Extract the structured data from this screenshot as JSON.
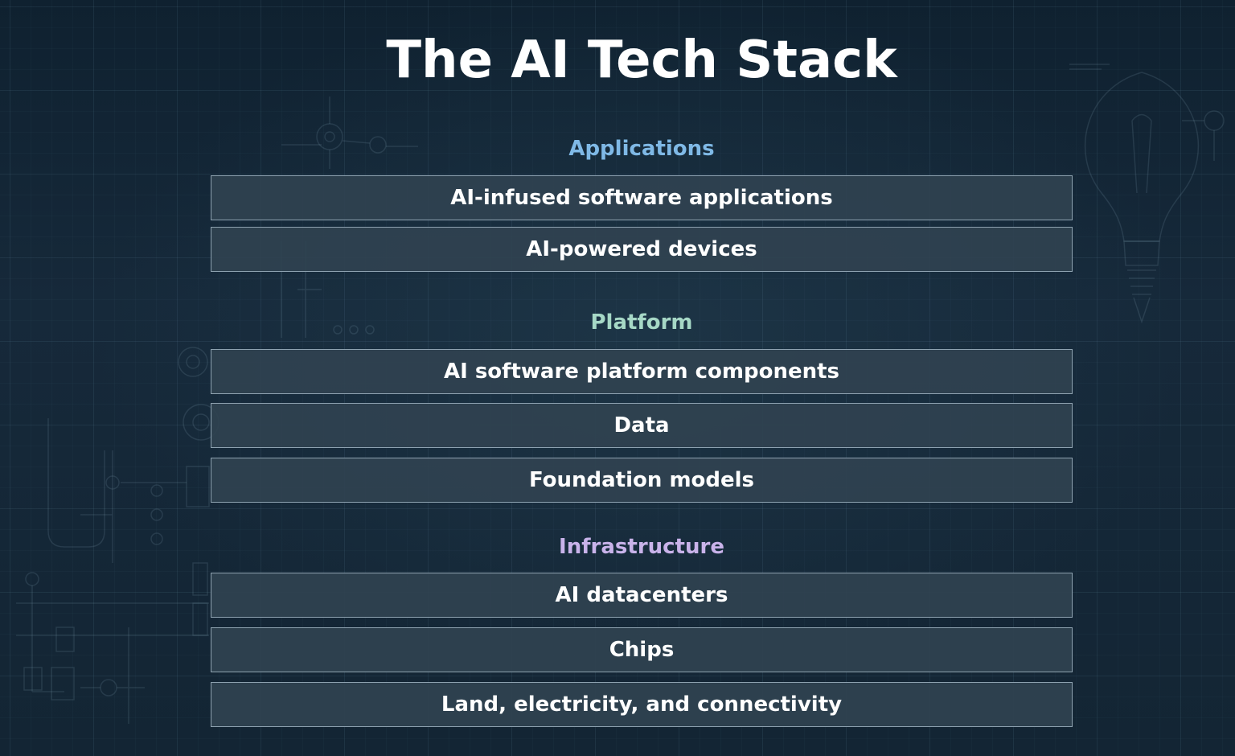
{
  "title": "The AI Tech Stack",
  "colors": {
    "applications_label": "#7fb9e6",
    "platform_label": "#a6d8c6",
    "infrastructure_label": "#c9b3ea",
    "layer_fill": "#304250",
    "layer_border": "#afc3d2",
    "text": "#ffffff"
  },
  "sections": [
    {
      "label": "Applications",
      "layers": [
        "AI-infused software applications",
        "AI-powered devices"
      ]
    },
    {
      "label": "Platform",
      "layers": [
        "AI software platform components",
        "Data",
        "Foundation models"
      ]
    },
    {
      "label": "Infrastructure",
      "layers": [
        "AI datacenters",
        "Chips",
        "Land, electricity, and connectivity"
      ]
    }
  ]
}
